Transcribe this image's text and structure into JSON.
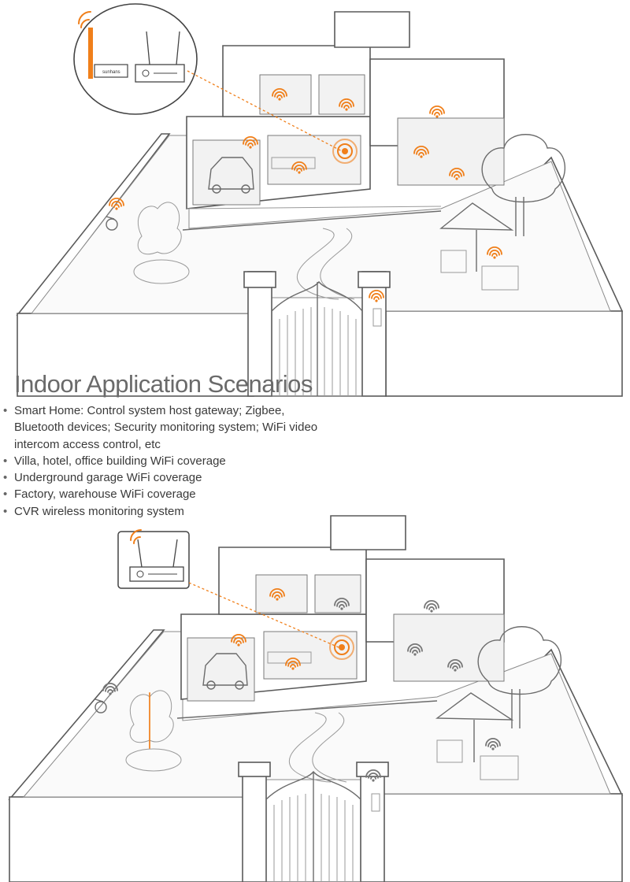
{
  "heading": "Indoor Application Scenarios",
  "bullets": [
    "Smart Home: Control system host gateway; Zigbee, Bluetooth devices; Security monitoring system; WiFi video intercom access control, etc",
    "Villa, hotel, office building WiFi coverage",
    "Underground garage WiFi coverage",
    "Factory, warehouse WiFi coverage",
    "CVR wireless monitoring system"
  ],
  "device_label": "sunhans",
  "colors": {
    "accent": "#f07f1a",
    "signal_gray": "#777777",
    "heading": "#6a6a6a"
  },
  "icons": [
    "wifi-signal-icon",
    "router-icon",
    "car-icon",
    "tree-icon",
    "umbrella-icon",
    "gate-icon",
    "camera-icon",
    "plant-icon"
  ]
}
